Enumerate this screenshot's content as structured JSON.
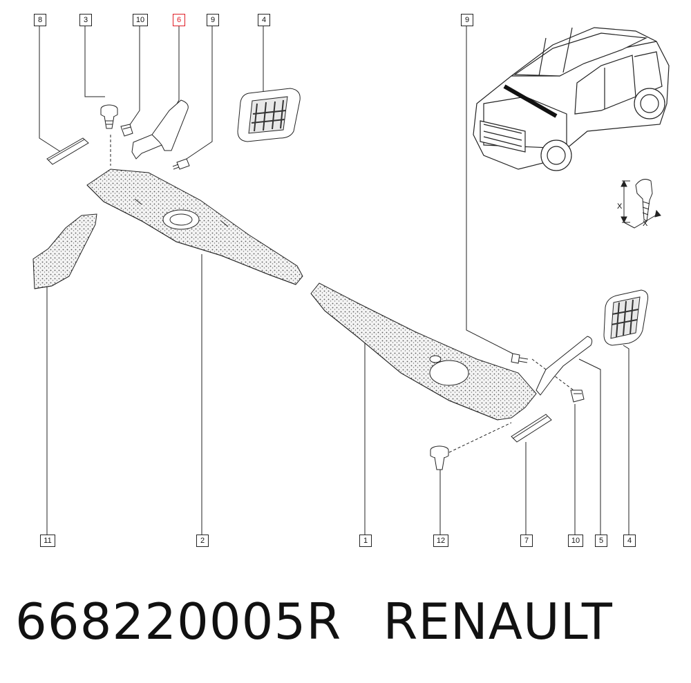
{
  "callouts": [
    {
      "label": "8"
    },
    {
      "label": "3"
    },
    {
      "label": "10"
    },
    {
      "label": "6",
      "highlight": true
    },
    {
      "label": "9"
    },
    {
      "label": "4"
    },
    {
      "label": "9"
    },
    {
      "label": "11"
    },
    {
      "label": "2"
    },
    {
      "label": "1"
    },
    {
      "label": "12"
    },
    {
      "label": "7"
    },
    {
      "label": "10"
    },
    {
      "label": "5"
    },
    {
      "label": "4"
    }
  ],
  "dimension_marks": {
    "x_top": "X",
    "x_bottom": "X"
  },
  "caption": {
    "part_number": "668220005R",
    "brand": "RENAULT"
  },
  "colors": {
    "highlight": "#e01b24",
    "line": "#222222",
    "fill": "#f2f2f2"
  }
}
